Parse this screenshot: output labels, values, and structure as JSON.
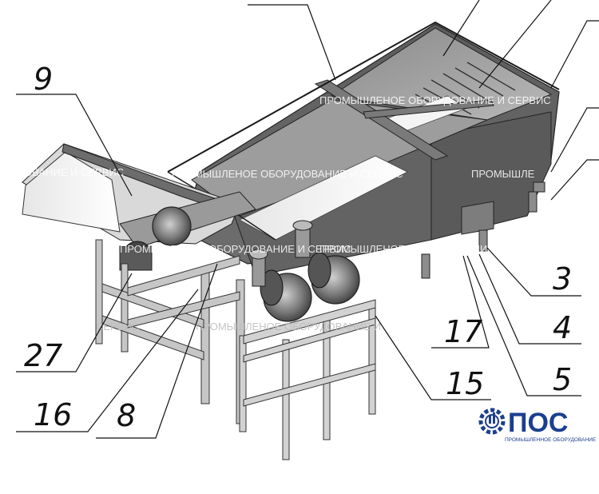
{
  "callouts": {
    "c9": "9",
    "c27": "27",
    "c16": "16",
    "c8": "8",
    "c17": "17",
    "c15": "15",
    "c3": "3",
    "c4": "4",
    "c5": "5"
  },
  "watermarks": {
    "w1": "ПРОМЫШЛЕНОЕ ОБОРУДОВАНИЕ И СЕРВИС",
    "w2": "ОВАНИЕ И СЕРВИС",
    "w3": "ПРОМЫШЛЕНОЕ ОБОРУДОВАНИЕ И СЕРВИС",
    "w4": "ПРОМЫШЛЕ",
    "w5": "ПРОМЫШЛЕНОЕ ОБОРУДОВАНИЕ И СЕРВИС",
    "w6": "ПРОМЫШЛЕНОЕ ОБОРУДОВАНИЕ И СЕРВИС",
    "w7": "СЕРВИС",
    "w8": "ПРОМЫШЛЕНОЕ ОБОРУДОВАНИЕ И"
  },
  "logo": {
    "title": "ПОС",
    "subtitle": "ПРОМЫШЛЕННОЕ ОБОРУДОВАНИЕ",
    "color": "#1b3f8f"
  }
}
